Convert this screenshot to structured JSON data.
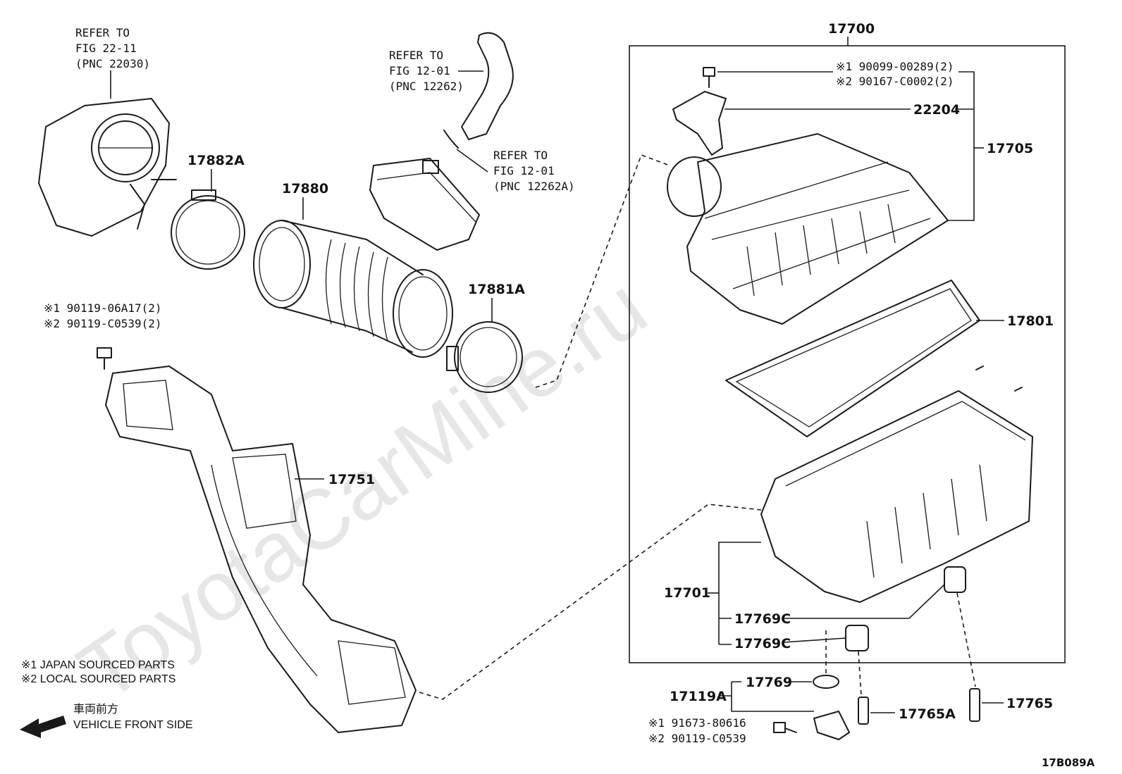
{
  "watermark": "ToyotaCarMine.ru",
  "diagram_code": "17B089A",
  "refs": {
    "throttle": {
      "l1": "REFER TO",
      "l2": "FIG 22-11",
      "l3": "(PNC 22030)"
    },
    "hose_upper": {
      "l1": "REFER TO",
      "l2": "FIG 12-01",
      "l3": "(PNC 12262)"
    },
    "hose_lower": {
      "l1": "REFER TO",
      "l2": "FIG 12-01",
      "l3": "(PNC 12262A)"
    }
  },
  "parts": {
    "p17882A": "17882A",
    "p17880": "17880",
    "p17881A": "17881A",
    "p17751": "17751",
    "p17700": "17700",
    "p22204": "22204",
    "p17705": "17705",
    "p17801": "17801",
    "p17701": "17701",
    "p17769C_a": "17769C",
    "p17769C_b": "17769C",
    "p17769": "17769",
    "p17119A": "17119A",
    "p17765A": "17765A",
    "p17765": "17765"
  },
  "bolts": {
    "b_upper_1": "※1 90099-00289(2)",
    "b_upper_2": "※2 90167-C0002(2)",
    "b_duct_1": "※1 90119-06A17(2)",
    "b_duct_2": "※2 90119-C0539(2)",
    "b_bracket_1": "※1 91673-80616",
    "b_bracket_2": "※2 90119-C0539"
  },
  "legend": {
    "japan": "※1  JAPAN SOURCED PARTS",
    "local": "※2  LOCAL SOURCED PARTS"
  },
  "direction": {
    "jp": "車両前方",
    "en": "VEHICLE FRONT SIDE"
  }
}
